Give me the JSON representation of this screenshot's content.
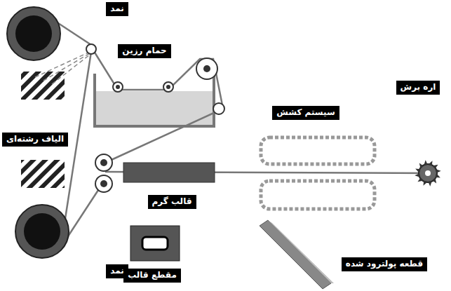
{
  "diagram": {
    "labels": [
      "نمد",
      "حمام رزین",
      "الیاف رشته‌ای",
      "نمد",
      "قالب گرم",
      "سیستم کشش",
      "اره برش",
      "مقطع قالب",
      "قطعه پولترود شده"
    ]
  }
}
